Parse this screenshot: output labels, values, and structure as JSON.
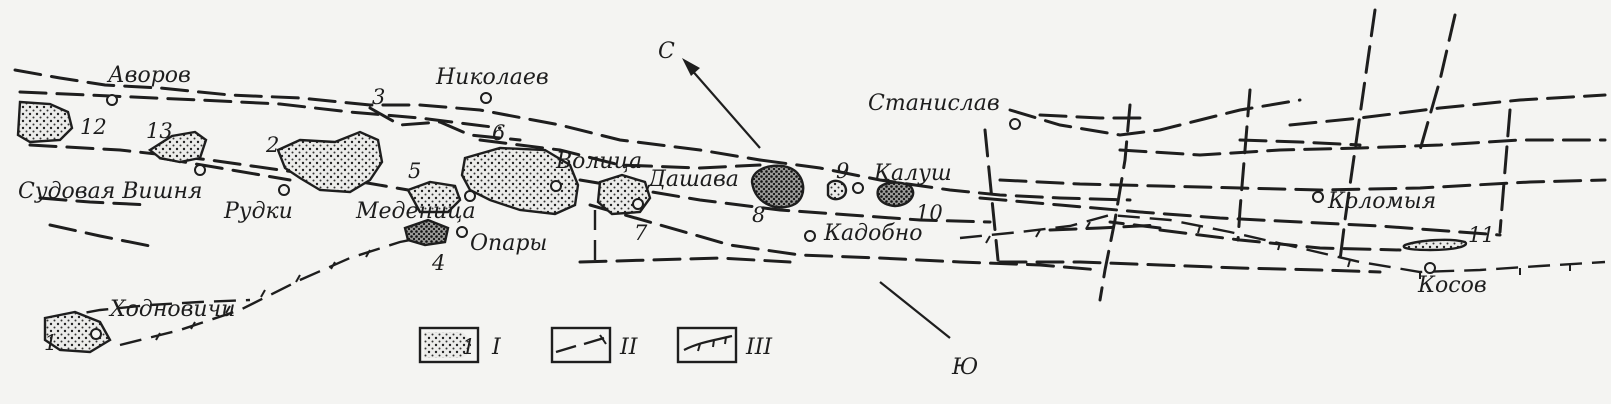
{
  "directions": {
    "north": "С",
    "south": "Ю"
  },
  "towns": [
    {
      "id": "avorov",
      "name": "Аворов"
    },
    {
      "id": "nikolaev",
      "name": "Николаев"
    },
    {
      "id": "stanislav",
      "name": "Станислав"
    },
    {
      "id": "sudovaya",
      "name": "Судовая Вишня"
    },
    {
      "id": "rudki",
      "name": "Рудки"
    },
    {
      "id": "medenitsa",
      "name": "Меденица"
    },
    {
      "id": "opary",
      "name": "Опары"
    },
    {
      "id": "volitsa",
      "name": "Волица"
    },
    {
      "id": "dashava",
      "name": "Дашава"
    },
    {
      "id": "kalush",
      "name": "Калуш"
    },
    {
      "id": "kadobno",
      "name": "Кадобно"
    },
    {
      "id": "kolomyya",
      "name": "Коломыя"
    },
    {
      "id": "kosov",
      "name": "Косов"
    },
    {
      "id": "khodnovichi",
      "name": "Ходновичи"
    }
  ],
  "field_numbers": [
    "1",
    "2",
    "3",
    "4",
    "5",
    "6",
    "7",
    "8",
    "9",
    "10",
    "11",
    "12",
    "13"
  ],
  "legend": [
    {
      "swatch": "1",
      "label": "I"
    },
    {
      "swatch": "",
      "label": "II"
    },
    {
      "swatch": "",
      "label": "III"
    }
  ]
}
